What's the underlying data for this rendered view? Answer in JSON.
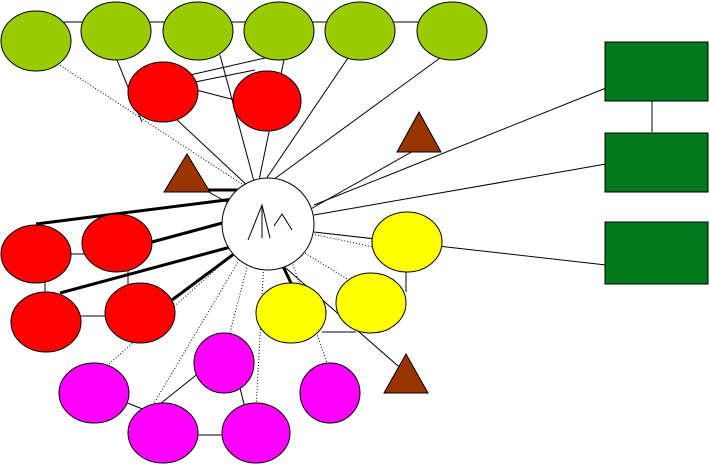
{
  "diagram": {
    "colors": {
      "green_node": "#99cc00",
      "red_node": "#ff0000",
      "yellow_node": "#ffff00",
      "magenta_node": "#ff00ff",
      "dark_green_box": "#007a1c",
      "triangle": "#993300",
      "hub_fill": "#ffffff",
      "stroke": "#000000"
    },
    "node_groups": [
      {
        "group": "green",
        "count": 6
      },
      {
        "group": "red",
        "count": 6
      },
      {
        "group": "yellow",
        "count": 3
      },
      {
        "group": "magenta",
        "count": 5
      },
      {
        "group": "dark-green-boxes",
        "count": 3
      },
      {
        "group": "triangles",
        "count": 3
      }
    ]
  }
}
